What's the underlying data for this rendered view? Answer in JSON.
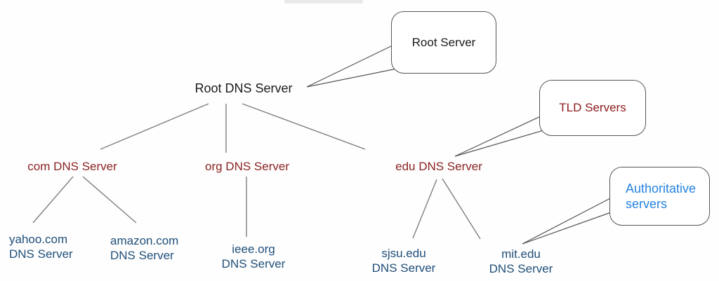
{
  "diagram": {
    "title_hint": "DNS server hierarchy",
    "root_node": {
      "label": "Root DNS Server"
    },
    "tld_nodes": [
      {
        "id": "com",
        "label": "com DNS Server"
      },
      {
        "id": "org",
        "label": "org DNS Server"
      },
      {
        "id": "edu",
        "label": "edu DNS Server"
      }
    ],
    "leaf_nodes": [
      {
        "id": "yahoo",
        "line1": "yahoo.com",
        "line2": "DNS Server"
      },
      {
        "id": "amazon",
        "line1": "amazon.com",
        "line2": "DNS Server"
      },
      {
        "id": "ieee",
        "line1": "ieee.org",
        "line2": "DNS Server"
      },
      {
        "id": "sjsu",
        "line1": "sjsu.edu",
        "line2": "DNS Server"
      },
      {
        "id": "mit",
        "line1": "mit.edu",
        "line2": "DNS Server"
      }
    ],
    "callouts": [
      {
        "id": "root-server",
        "label": "Root Server",
        "points_to": "Root DNS Server"
      },
      {
        "id": "tld-servers",
        "label": "TLD Servers",
        "points_to": "edu DNS Server"
      },
      {
        "id": "authoritative-servers",
        "line1": "Authoritative",
        "line2": "servers",
        "points_to": "mit.edu DNS Server"
      }
    ],
    "colors": {
      "root_label": "#1a1a1a",
      "tld_label": "#8b2222",
      "leaf_label": "#1f4e79",
      "callout_red": "#8b1a1a",
      "callout_blue": "#2583e0",
      "line": "#7f7f7f",
      "bubble_border": "#555555"
    }
  }
}
